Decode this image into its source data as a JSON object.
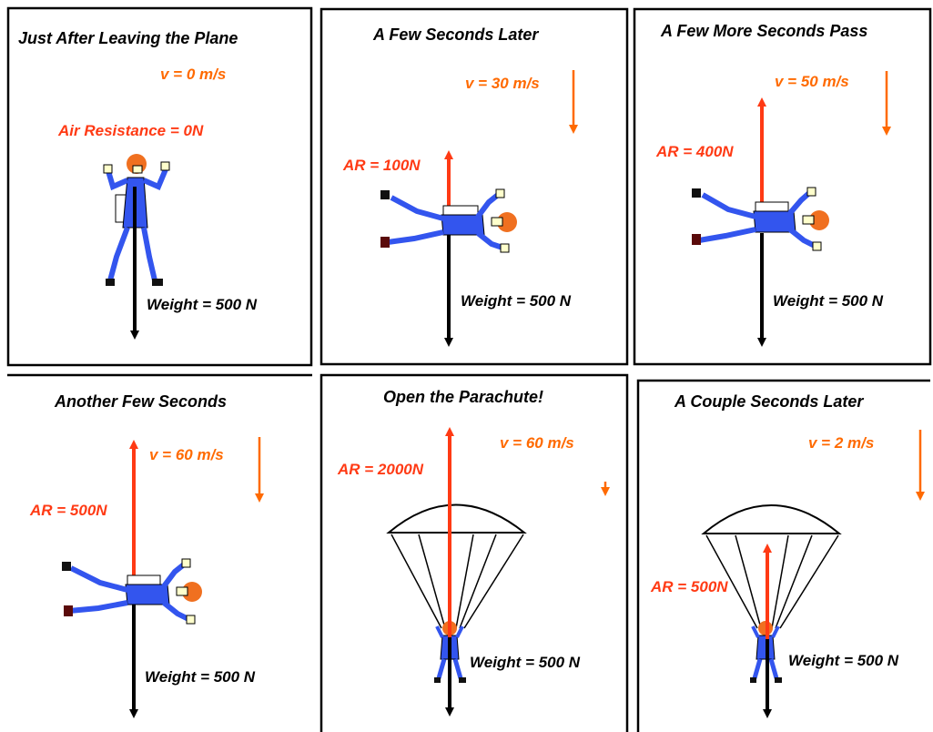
{
  "colors": {
    "velocity": "#ff6a00",
    "air_resistance": "#ff3a14",
    "weight": "#000000",
    "suit": "#3355ee",
    "hair": "#f07020",
    "frame": "#000000"
  },
  "panels": [
    {
      "title": "Just After Leaving the Plane",
      "velocity": "v = 0 m/s",
      "air_resistance": "Air Resistance = 0N",
      "weight": "Weight = 500 N"
    },
    {
      "title": "A Few Seconds Later",
      "velocity": "v = 30 m/s",
      "air_resistance": "AR = 100N",
      "weight": "Weight = 500 N"
    },
    {
      "title": "A Few  More Seconds Pass",
      "velocity": "v = 50 m/s",
      "air_resistance": "AR = 400N",
      "weight": "Weight = 500 N"
    },
    {
      "title": "Another Few Seconds",
      "velocity": "v = 60 m/s",
      "air_resistance": "AR = 500N",
      "weight": "Weight = 500 N"
    },
    {
      "title": "Open the Parachute!",
      "velocity": "v = 60 m/s",
      "air_resistance": "AR = 2000N",
      "weight": "Weight = 500 N"
    },
    {
      "title": "A Couple Seconds Later",
      "velocity": "v = 2 m/s",
      "air_resistance": "AR = 500N",
      "weight": "Weight = 500 N"
    }
  ]
}
